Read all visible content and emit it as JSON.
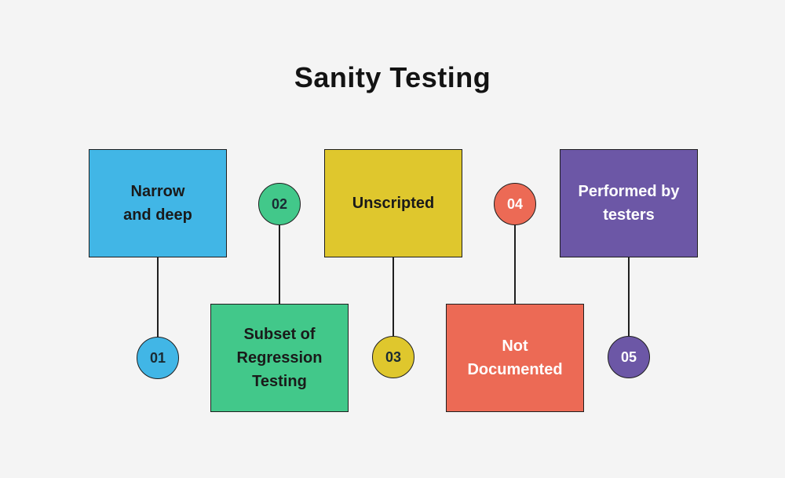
{
  "background": "#f4f4f4",
  "title": "Sanity Testing",
  "title_color": "#131313",
  "connector_color": "#1f1f1f",
  "items": [
    {
      "number": "01",
      "label": "Narrow and deep",
      "lines": [
        "Narrow",
        "and deep"
      ],
      "color": "#41b6e6",
      "label_color": "#1a1a1a",
      "number_color": "#1a2b33",
      "arrangement": "box-top-circle-bottom"
    },
    {
      "number": "02",
      "label": "Subset of Regression Testing",
      "lines": [
        "Subset of",
        "Regression",
        "Testing"
      ],
      "color": "#42c88a",
      "label_color": "#1a1a1a",
      "number_color": "#1a2b33",
      "arrangement": "circle-top-box-bottom"
    },
    {
      "number": "03",
      "label": "Unscripted",
      "lines": [
        "Unscripted"
      ],
      "color": "#dfc72d",
      "label_color": "#1a1a1a",
      "number_color": "#1a2b33",
      "arrangement": "box-top-circle-bottom"
    },
    {
      "number": "04",
      "label": "Not Documented",
      "lines": [
        "Not",
        "Documented"
      ],
      "color": "#ec6a55",
      "label_color": "#ffffff",
      "number_color": "#ffffff",
      "arrangement": "circle-top-box-bottom"
    },
    {
      "number": "05",
      "label": "Performed by testers",
      "lines": [
        "Performed by",
        "testers"
      ],
      "color": "#6c57a6",
      "label_color": "#ffffff",
      "number_color": "#ffffff",
      "arrangement": "box-top-circle-bottom"
    }
  ]
}
